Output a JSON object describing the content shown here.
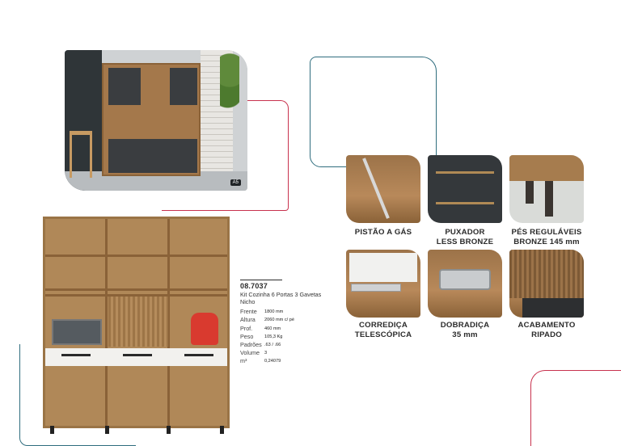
{
  "scene": {
    "tag": "A5"
  },
  "product": {
    "code": "08.7037",
    "title": "Kit Cozinha 6 Portas 3 Gavetas Nicho",
    "specs": [
      {
        "key": "Frente",
        "value": "1800 mm"
      },
      {
        "key": "Altura",
        "value": "2060 mm c/ pé"
      },
      {
        "key": "Prof.",
        "value": "460 mm"
      },
      {
        "key": "Peso",
        "value": "105,3 Kg"
      },
      {
        "key": "Padrões",
        "value": ".63 / .66"
      },
      {
        "key": "Volume",
        "value": "3"
      },
      {
        "key": "m³",
        "value": "0,24079"
      }
    ]
  },
  "details": [
    {
      "line1": "PISTÃO A GÁS",
      "line2": ""
    },
    {
      "line1": "PUXADOR",
      "line2": "LESS BRONZE"
    },
    {
      "line1": "PÉS REGULÁVEIS",
      "line2": "BRONZE 145 mm"
    },
    {
      "line1": "CORREDIÇA",
      "line2": "TELESCÓPICA"
    },
    {
      "line1": "DOBRADIÇA",
      "line2": "35 mm"
    },
    {
      "line1": "ACABAMENTO",
      "line2": "RIPADO"
    }
  ],
  "colors": {
    "accent_red": "#c8324e",
    "accent_teal": "#2f6d7e",
    "wood": "#b08858",
    "graphite": "#34383b"
  }
}
